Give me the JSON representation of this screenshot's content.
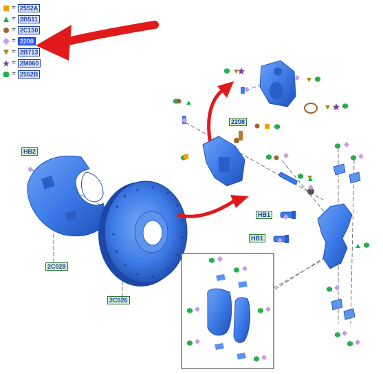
{
  "legend": [
    {
      "symbol": "square-orange",
      "code": "2552A",
      "selected": false
    },
    {
      "symbol": "triangle-green",
      "code": "2B511",
      "selected": false
    },
    {
      "symbol": "circle-brown",
      "code": "2C150",
      "selected": false
    },
    {
      "symbol": "diamond-lilac",
      "code": "2200",
      "selected": true
    },
    {
      "symbol": "triangle-down-olive",
      "code": "2B713",
      "selected": false
    },
    {
      "symbol": "star-purple",
      "code": "2M060",
      "selected": false
    },
    {
      "symbol": "hexagon-green",
      "code": "2552B",
      "selected": false
    }
  ],
  "legend_separator": "=",
  "callouts": {
    "hb2": "HB2",
    "c028": "2C028",
    "c026": "2C026",
    "p2208": "2208",
    "hb1_upper": "HB1",
    "hb1_lower": "HB1"
  },
  "colors": {
    "part_blue": "#3d7be8",
    "part_blue_dark": "#1f4fb8",
    "arrow_red": "#e01a1a",
    "callout_bg": "#d6f0cf",
    "orange": "#f2a000",
    "green": "#22b14c",
    "brown": "#a0632a",
    "lilac": "#c79be8",
    "olive": "#a08a1c",
    "purple": "#7b3fa0"
  }
}
